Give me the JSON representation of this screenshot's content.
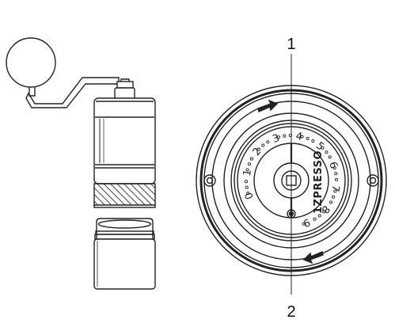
{
  "callouts": {
    "label_1": "1",
    "label_2": "2"
  },
  "dial": {
    "numbers": [
      "0",
      "1",
      "2",
      "3",
      "4",
      "5",
      "6",
      "7",
      "8",
      "9"
    ],
    "brand": "1ZPRESSO"
  },
  "colors": {
    "line": "#222222",
    "knurl": "#555555",
    "background": "#ffffff"
  }
}
